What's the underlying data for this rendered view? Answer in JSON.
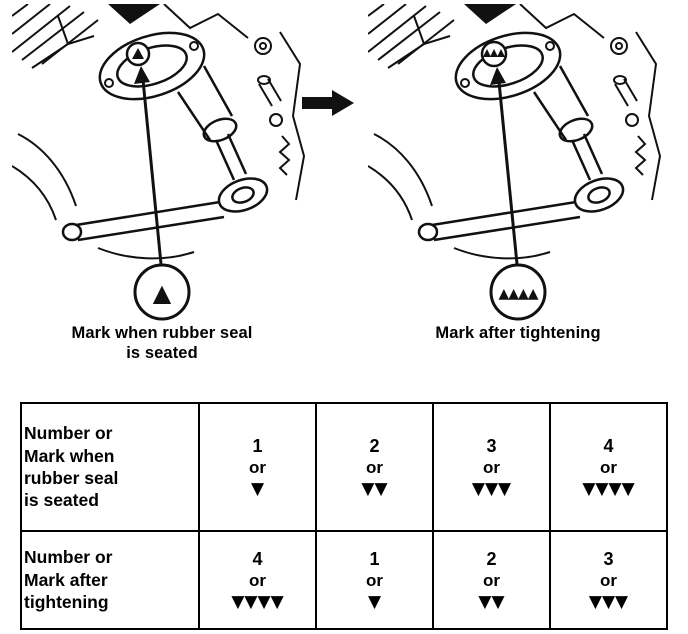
{
  "figure": {
    "left": {
      "caption_lines": [
        "Mark when rubber seal",
        "is seated"
      ],
      "callout_mark": "▲"
    },
    "right": {
      "caption_lines": [
        "Mark after tightening"
      ],
      "callout_mark": "▲▲▲▲"
    }
  },
  "table": {
    "or_label": "or",
    "rows": [
      {
        "label_lines": [
          "Number or",
          "Mark when",
          "rubber seal",
          "is seated"
        ],
        "cells": [
          {
            "number": "1",
            "marks": "▼"
          },
          {
            "number": "2",
            "marks": "▼▼"
          },
          {
            "number": "3",
            "marks": "▼▼▼"
          },
          {
            "number": "4",
            "marks": "▼▼▼▼"
          }
        ]
      },
      {
        "label_lines": [
          "Number or",
          "Mark after",
          "tightening"
        ],
        "cells": [
          {
            "number": "4",
            "marks": "▼▼▼▼"
          },
          {
            "number": "1",
            "marks": "▼"
          },
          {
            "number": "2",
            "marks": "▼▼"
          },
          {
            "number": "3",
            "marks": "▼▼▼"
          }
        ]
      }
    ]
  }
}
